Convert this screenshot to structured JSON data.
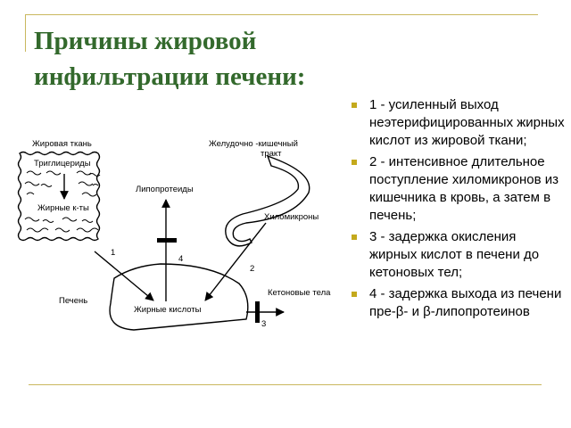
{
  "slide": {
    "title": "Причины жировой инфильтрации печени:",
    "bullets": [
      "1 - усиленный выход неэтерифицированных жирных кислот из жировой ткани;",
      "2 - интенсивное длительное поступление хиломикронов из кишечника в кровь, а затем в печень;",
      " 3 - задержка окисления жирных кислот в печени до кетоновых тел;",
      "4 - задержка выхода из печени пре-β- и β-липопротеинов"
    ],
    "colors": {
      "title": "#33692c",
      "bullet_marker": "#c4a91c",
      "rule": "#c9b85e"
    }
  },
  "diagram": {
    "adipose_label": "Жировая ткань",
    "triglycerides_label": "Триглицериды",
    "fatty_acids_adipose_label": "Жирные к-ты",
    "gi_tract_label_1": "Желудочно -кишечный",
    "gi_tract_label_2": "тракт",
    "lipoproteins_label": "Липопротеиды",
    "chylomicrons_label": "Хиломикроны",
    "liver_label": "Печень",
    "fatty_acids_label": "Жирные кислоты",
    "ketone_label": "Кетоновые тела",
    "num_1": "1",
    "num_2": "2",
    "num_3": "3",
    "num_4": "4"
  }
}
